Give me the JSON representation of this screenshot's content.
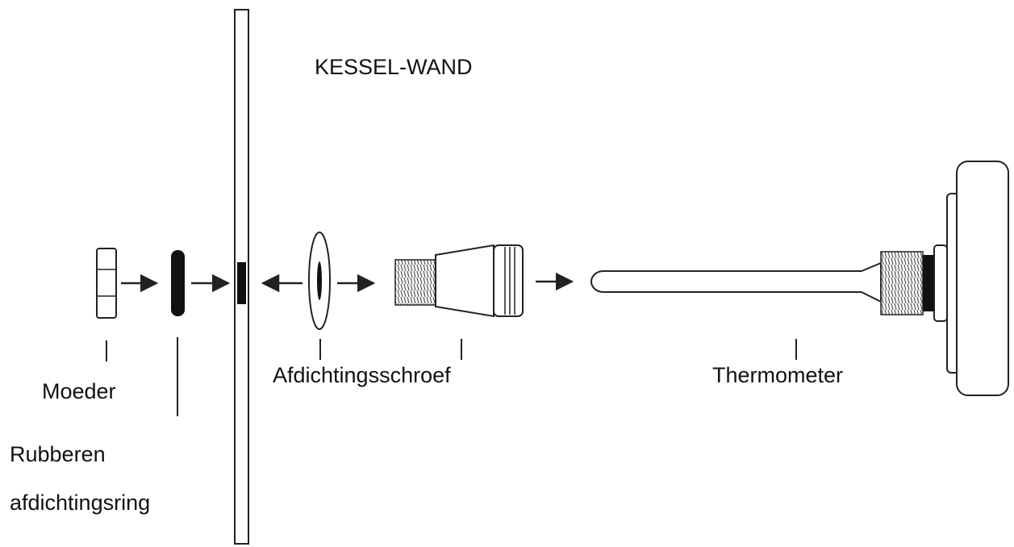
{
  "diagram": {
    "wall_label": "KESSEL-WAND",
    "parts": {
      "nut": "Moeder",
      "rubber_ring_line1": "Rubberen",
      "rubber_ring_line2": "afdichtingsring",
      "sealing_screw": "Afdichtingsschroef",
      "thermometer": "Thermometer"
    }
  },
  "colors": {
    "stroke": "#222222",
    "fill": "#ffffff",
    "thread": "#666666"
  }
}
